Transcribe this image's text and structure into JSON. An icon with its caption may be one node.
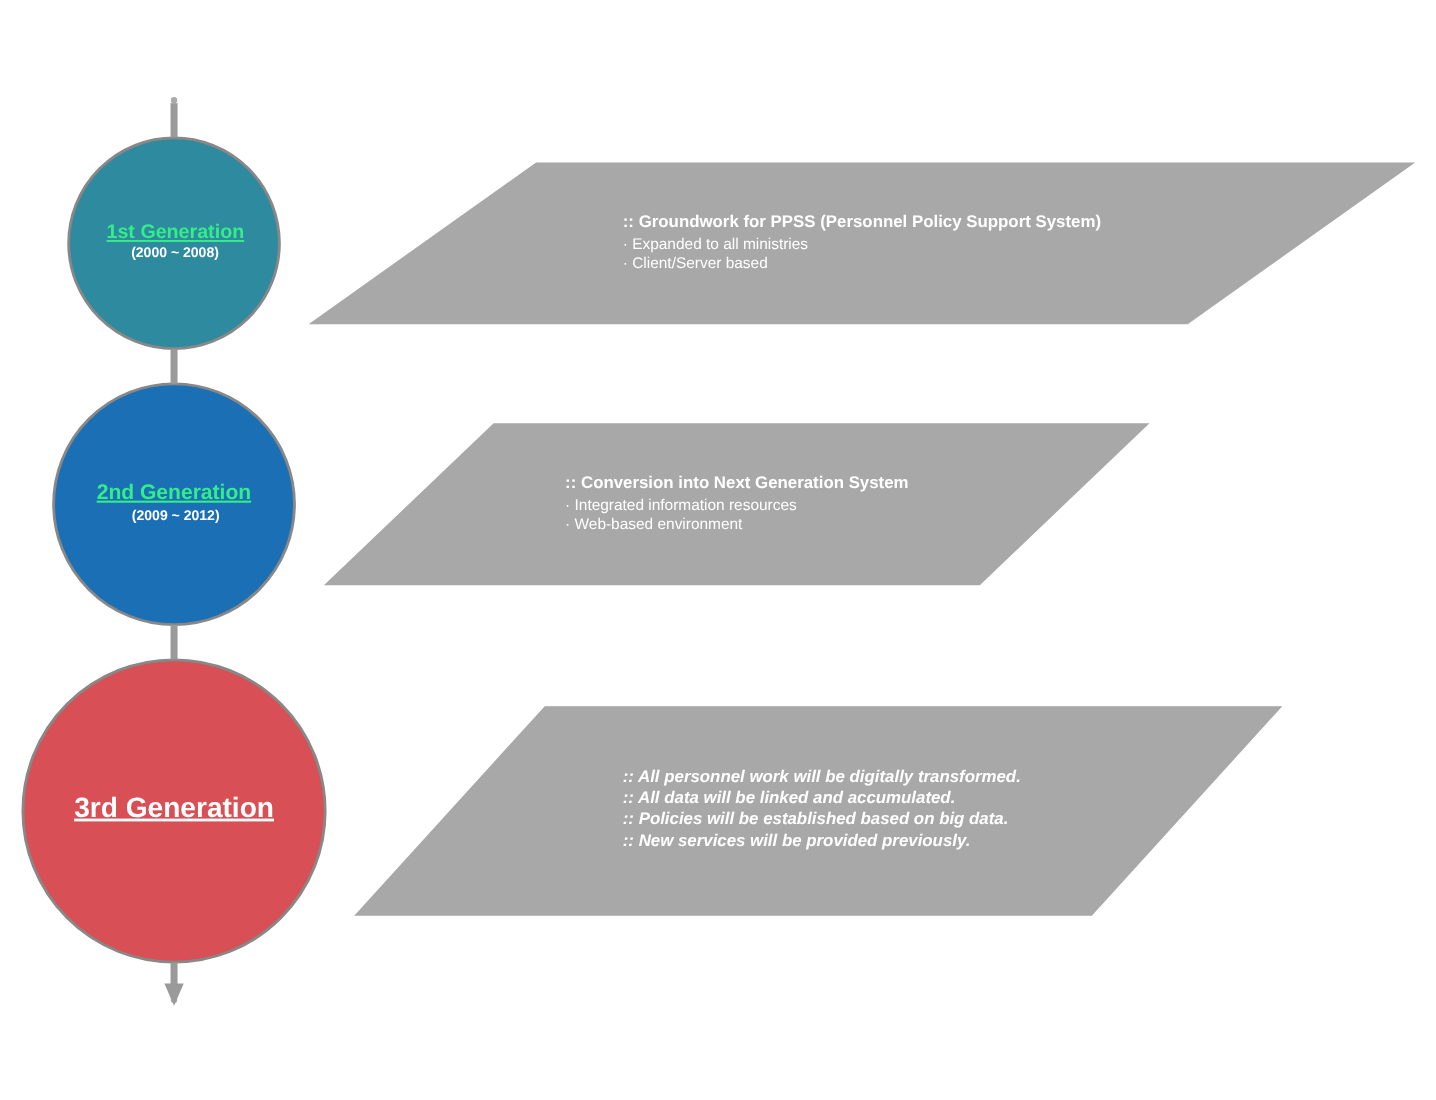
{
  "diagram": {
    "nodes": [
      {
        "text": [
          "1st Generation",
          "(2000 ~ 2008)"
        ]
      },
      {
        "text": [
          ":: Groundwork for PPSS (Personnel Policy Support System)",
          "· Expanded to all ministries",
          "· Client/Server based"
        ]
      },
      {
        "text": [
          "2nd Generation",
          "(2009 ~ 2012)"
        ]
      },
      {
        "text": [
          ":: Conversion into Next Generation System",
          "· Integrated information resources",
          "· Web-based environment"
        ]
      },
      {
        "text": [
          "3rd Generation"
        ]
      },
      {
        "text": [
          ":: All personnel work will be digitally transformed.",
          ":: All data will be linked and accumulated.",
          ":: Policies will be established based on big data.",
          ":: New services will be provided previously."
        ]
      }
    ],
    "edges": [
      {
        "from": null,
        "to": 0,
        "arrow": "none"
      },
      {
        "from": 0,
        "to": 2,
        "arrow": "none"
      },
      {
        "from": 2,
        "to": 4,
        "arrow": "none"
      },
      {
        "from": 4,
        "to": null,
        "arrow": "to"
      }
    ]
  }
}
